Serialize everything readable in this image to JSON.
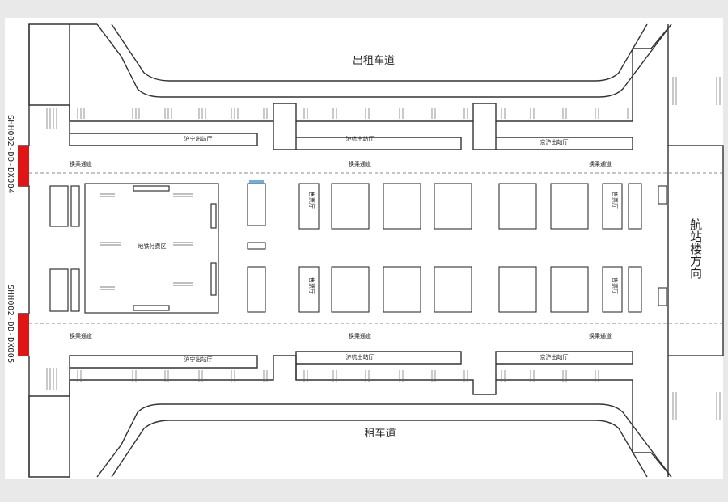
{
  "labels": {
    "taxi_top": "出租车道",
    "taxi_bottom": "租车道",
    "transfer": "换乘通道",
    "hu_ning": "沪宁出站厅",
    "hu_hang": "沪杭出站厅",
    "jing_hu": "京沪出站厅",
    "ticket": "售票厅",
    "metro_paid": "地铁付费区",
    "terminal": "航站楼方向"
  },
  "codes": {
    "top": "SHH002-DD-DX004",
    "bottom": "SHH002-DD-DX005"
  },
  "colors": {
    "highlight": "#e01616",
    "line": "#333333",
    "bg": "#ffffff"
  }
}
